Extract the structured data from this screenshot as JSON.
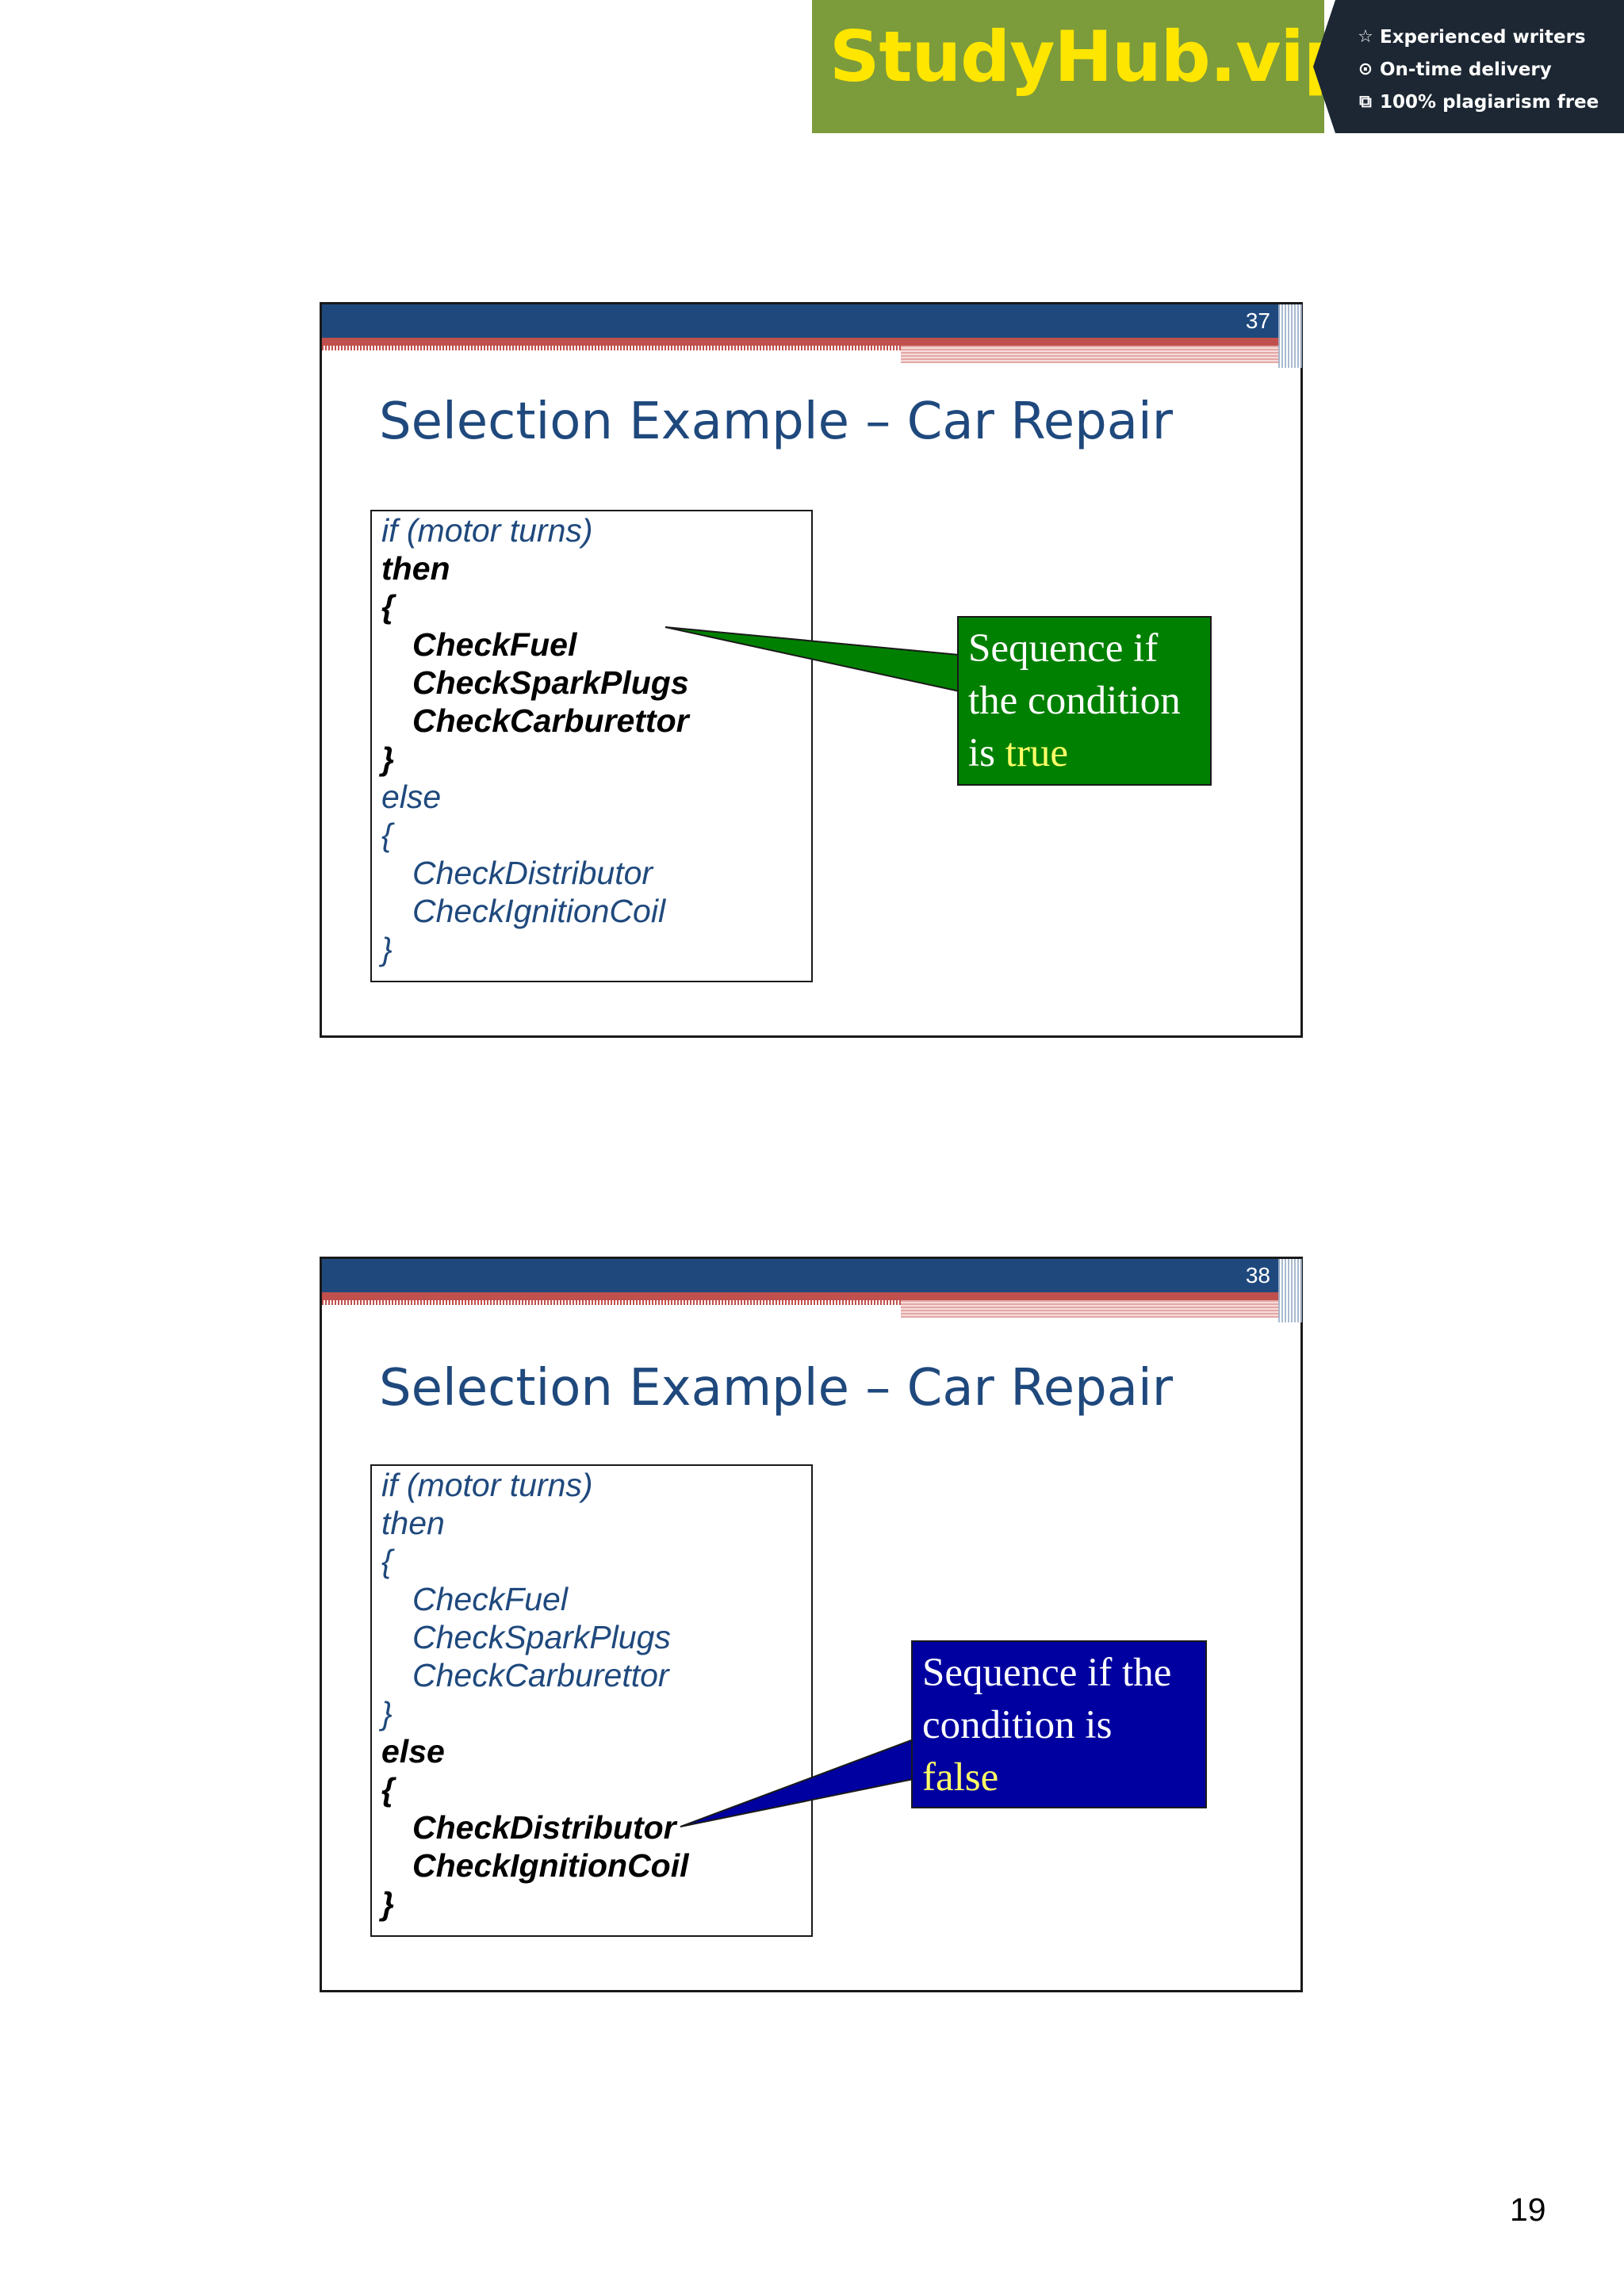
{
  "banner": {
    "logo": "StudyHub.vip",
    "features": [
      {
        "icon": "star-icon",
        "glyph": "☆",
        "text": "Experienced writers"
      },
      {
        "icon": "clock-icon",
        "glyph": "⊙",
        "text": "On-time delivery"
      },
      {
        "icon": "document-icon",
        "glyph": "⧉",
        "text": "100% plagiarism free"
      }
    ]
  },
  "slides": [
    {
      "number": "37",
      "title": "Selection Example – Car Repair",
      "code": [
        "if (motor turns)",
        "then",
        "{",
        "CheckFuel",
        "CheckSparkPlugs",
        "CheckCarburettor",
        "}",
        "else",
        "{",
        "CheckDistributor",
        "CheckIgnitionCoil",
        "}"
      ],
      "callout": {
        "text": "Sequence if the condition is",
        "highlight": "true",
        "color": "#008000"
      }
    },
    {
      "number": "38",
      "title": "Selection Example – Car Repair",
      "code": [
        "if (motor turns)",
        "then",
        "{",
        "CheckFuel",
        "CheckSparkPlugs",
        "CheckCarburettor",
        "}",
        "else",
        "{",
        "CheckDistributor",
        "CheckIgnitionCoil",
        "}"
      ],
      "callout": {
        "text": "Sequence if the condition is",
        "highlight": "false",
        "color": "#0000a0"
      }
    }
  ],
  "page_number": "19"
}
